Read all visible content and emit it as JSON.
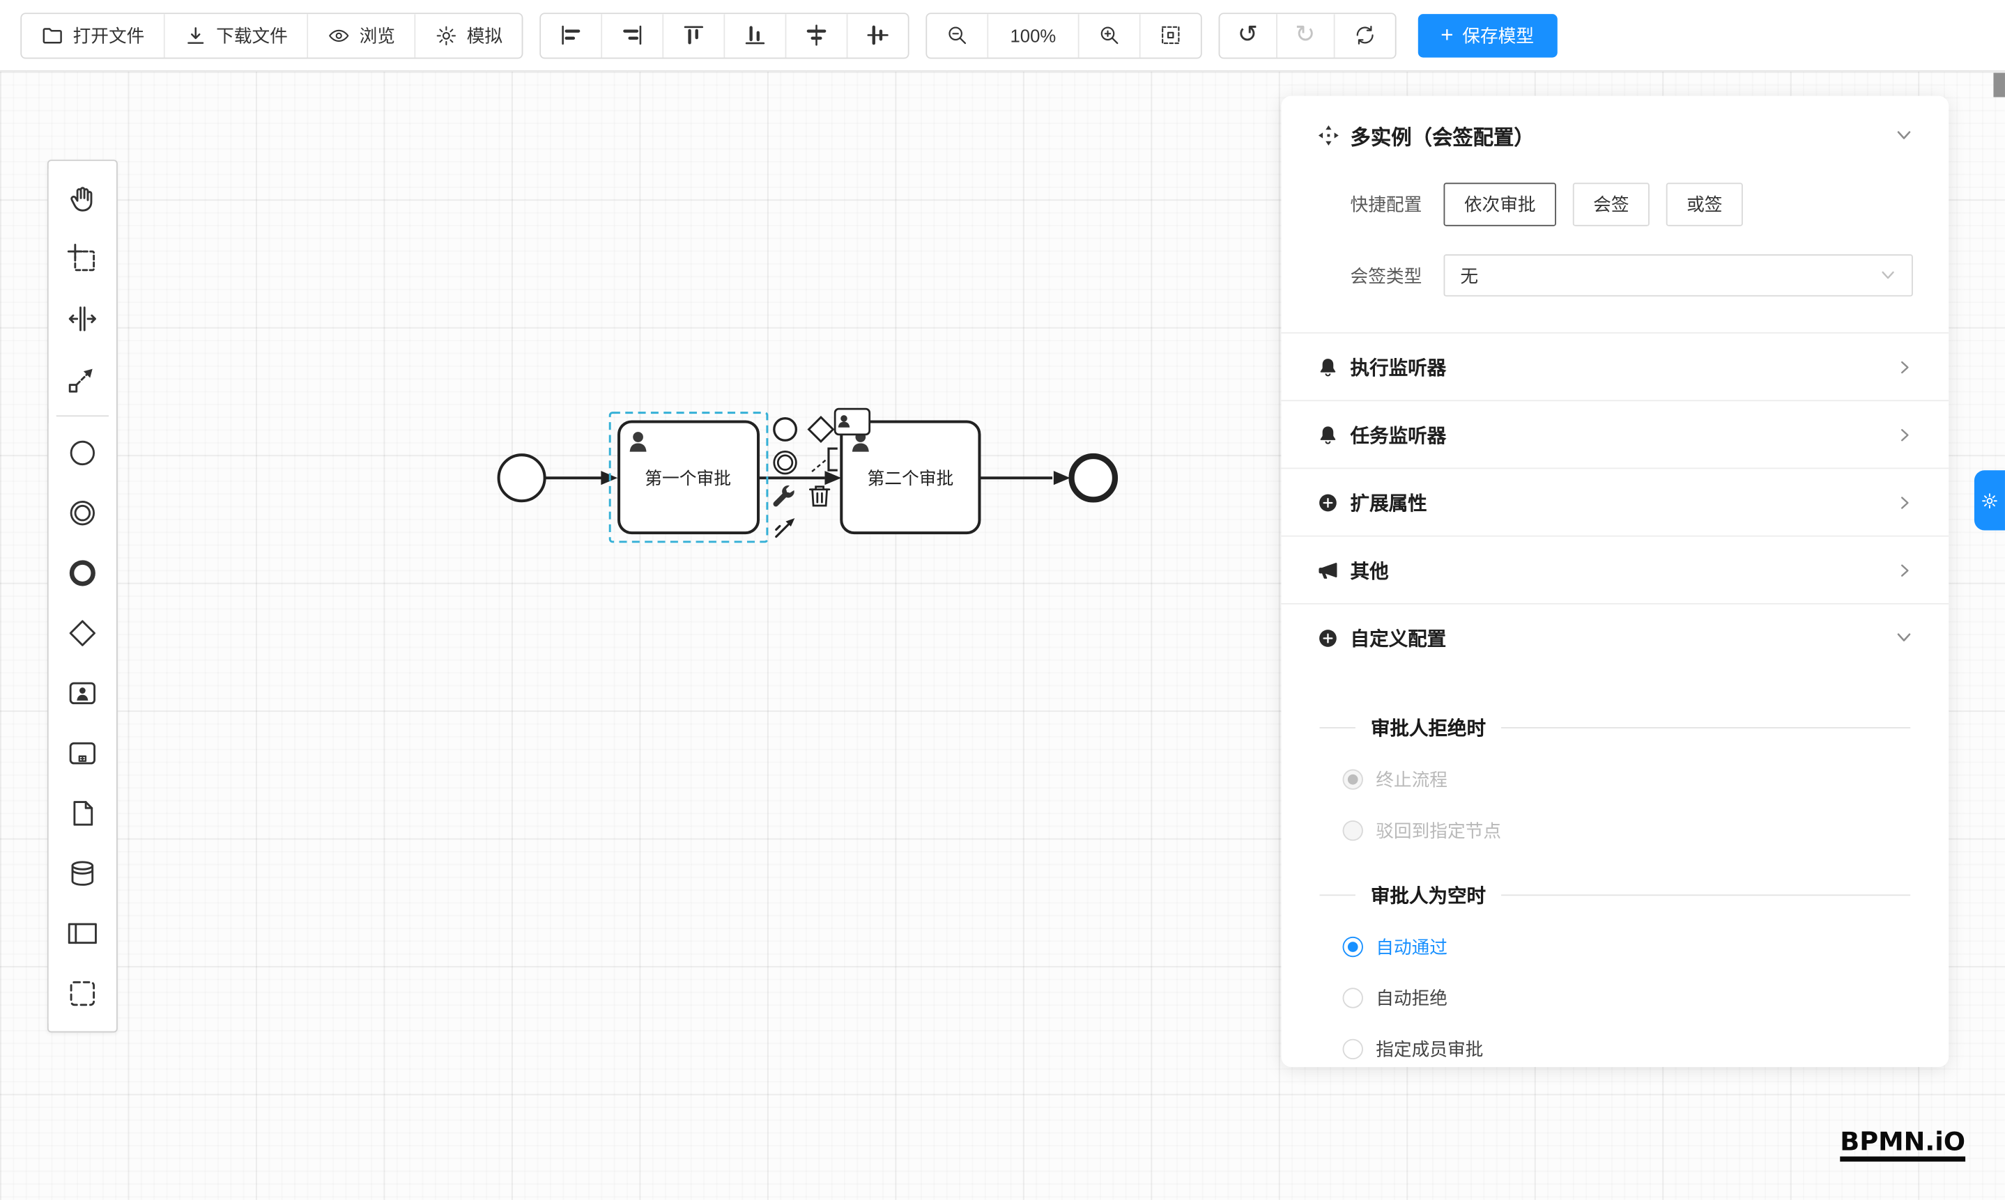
{
  "colors": {
    "primary": "#1890ff"
  },
  "toolbar": {
    "open_file": "打开文件",
    "download_file": "下载文件",
    "browse": "浏览",
    "simulate": "模拟",
    "zoom_level": "100%",
    "undo_glyph": "↺",
    "redo_glyph": "↻",
    "save_plus": "+",
    "save_model": "保存模型"
  },
  "canvas": {
    "task1_label": "第一个审批",
    "task2_label": "第二个审批"
  },
  "panel": {
    "title": "多实例（会签配置）",
    "quick_config": {
      "label": "快捷配置",
      "options": [
        "依次审批",
        "会签",
        "或签"
      ]
    },
    "sign_type": {
      "label": "会签类型",
      "value": "无"
    },
    "sections": [
      "执行监听器",
      "任务监听器",
      "扩展属性",
      "其他",
      "自定义配置"
    ],
    "reject_group": {
      "title": "审批人拒绝时",
      "options": [
        "终止流程",
        "驳回到指定节点"
      ]
    },
    "empty_group": {
      "title": "审批人为空时",
      "options": [
        "自动通过",
        "自动拒绝",
        "指定成员审批"
      ]
    }
  },
  "logo": "BPMN.iO"
}
